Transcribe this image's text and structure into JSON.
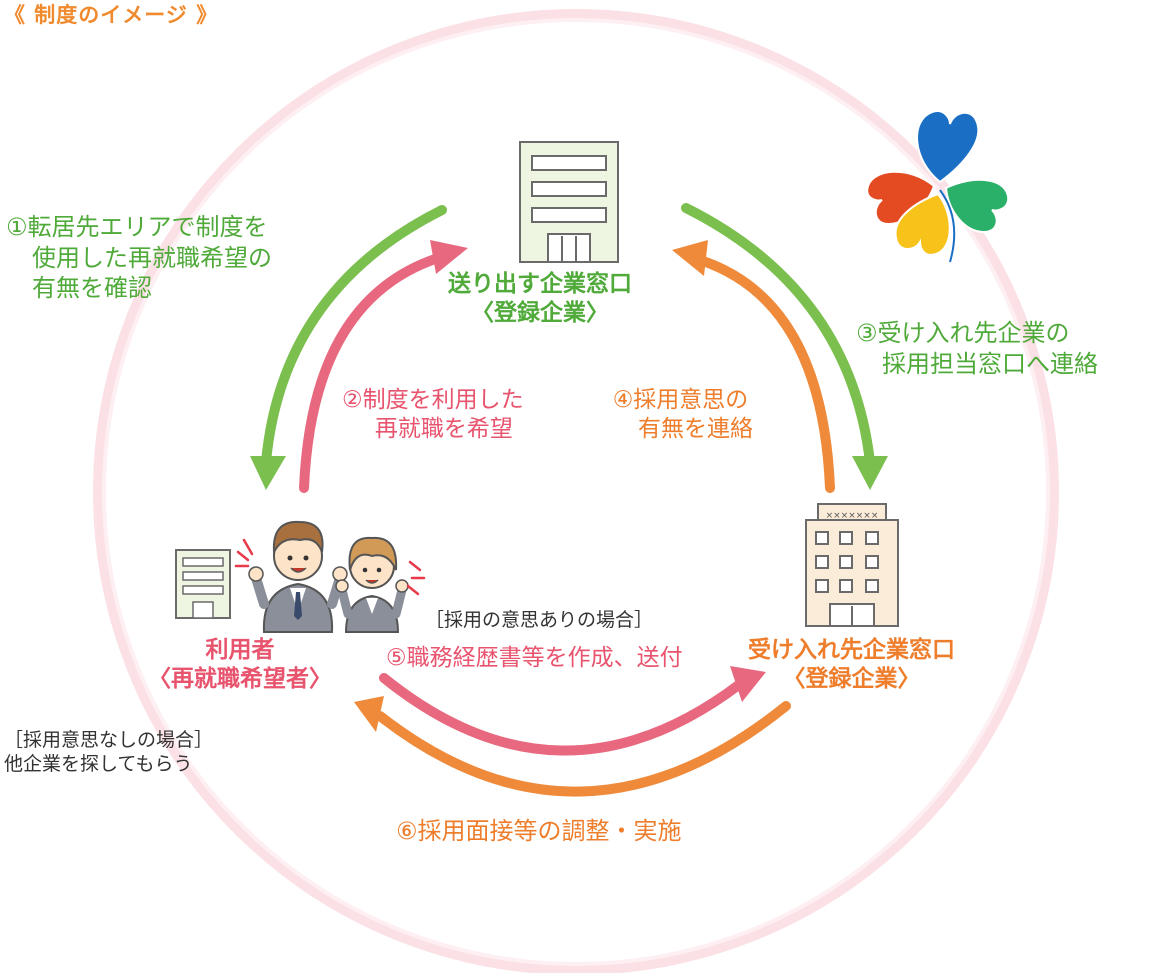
{
  "title": "《 制度のイメージ 》",
  "nodes": {
    "sender": {
      "name": "送り出す企業窓口",
      "sub": "〈登録企業〉"
    },
    "receiver": {
      "name": "受け入れ先企業窓口",
      "sub": "〈登録企業〉",
      "rooftop": "×××××××"
    },
    "user": {
      "name": "利用者",
      "sub": "〈再就職希望者〉"
    }
  },
  "steps": {
    "s1": {
      "line1": "①転居先エリアで制度を",
      "line2": "使用した再就職希望の",
      "line3": "有無を確認"
    },
    "s2": {
      "line1": "②制度を利用した",
      "line2": "再就職を希望"
    },
    "s3": {
      "line1": "③受け入れ先企業の",
      "line2": "採用担当窓口へ連絡"
    },
    "s4": {
      "line1": "④採用意思の",
      "line2": "有無を連絡"
    },
    "s5": {
      "condition": "［採用の意思ありの場合］",
      "text": "⑤職務経歴書等を作成、送付"
    },
    "s6": {
      "text": "⑥採用面接等の調整・実施"
    }
  },
  "note": {
    "line1": "［採用意思なしの場合］",
    "line2": "他企業を探してもらう"
  },
  "colors": {
    "green": "#7bbf4e",
    "pink": "#e8697f",
    "orange": "#ef8a3a",
    "title": "#f08a2e",
    "ring": "#f7c6cf",
    "building": "#eef5e1"
  },
  "icons": {
    "clover": "four-heart-clover-logo",
    "sender_building": "small-office-building-icon",
    "receiver_building": "tall-office-building-icon",
    "user_building": "small-office-building-icon",
    "people": "man-and-woman-cheering-illustration"
  }
}
